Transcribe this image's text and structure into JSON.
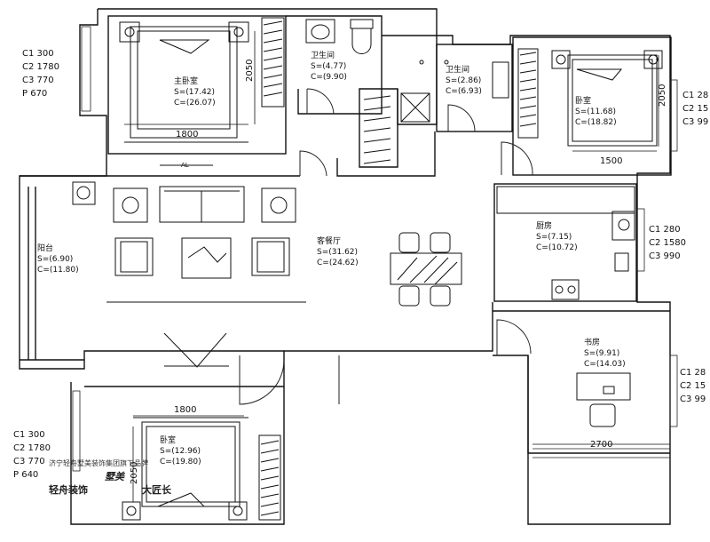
{
  "rooms": {
    "master_bedroom": {
      "name": "主卧室",
      "area": "S=(17.42)",
      "perimeter": "C=(26.07)"
    },
    "bathroom1": {
      "name": "卫生间",
      "area": "S=(4.77)",
      "perimeter": "C=(9.90)"
    },
    "bathroom2": {
      "name": "卫生间",
      "area": "S=(2.86)",
      "perimeter": "C=(6.93)"
    },
    "bedroom_ne": {
      "name": "卧室",
      "area": "S=(11.68)",
      "perimeter": "C=(18.82)"
    },
    "balcony": {
      "name": "阳台",
      "area": "S=(6.90)",
      "perimeter": "C=(11.80)"
    },
    "living_dining": {
      "name": "客餐厅",
      "area": "S=(31.62)",
      "perimeter": "C=(24.62)"
    },
    "kitchen": {
      "name": "厨房",
      "area": "S=(7.15)",
      "perimeter": "C=(10.72)"
    },
    "study": {
      "name": "书房",
      "area": "S=(9.91)",
      "perimeter": "C=(14.03)"
    },
    "bedroom_sw": {
      "name": "卧室",
      "area": "S=(12.96)",
      "perimeter": "C=(19.80)"
    }
  },
  "dimensions": {
    "master_width": "1800",
    "master_depth": "2050",
    "bedroom_ne_width": "1500",
    "bedroom_ne_depth": "2050",
    "bedroom_sw_width": "1800",
    "bedroom_sw_depth": "2050",
    "study_width": "2700",
    "ac_label": "AL"
  },
  "window_specs": {
    "top_left": [
      "C1 300",
      "C2 1780",
      "C3 770",
      "P  670"
    ],
    "right_top": [
      "C1 28",
      "C2 15",
      "C3 99"
    ],
    "kitchen_right": [
      "C1 280",
      "C2 1580",
      "C3 990"
    ],
    "study_right": [
      "C1 28",
      "C2 15",
      "C3 99"
    ],
    "bottom_left": [
      "C1 300",
      "C2 1780",
      "C3 770",
      "P  640"
    ]
  },
  "watermark": {
    "line1": "济宁轻舟墅美装饰集团旗下品牌",
    "logo1": "轻舟装饰",
    "logo2": "墅美",
    "logo3": "大匠长"
  }
}
